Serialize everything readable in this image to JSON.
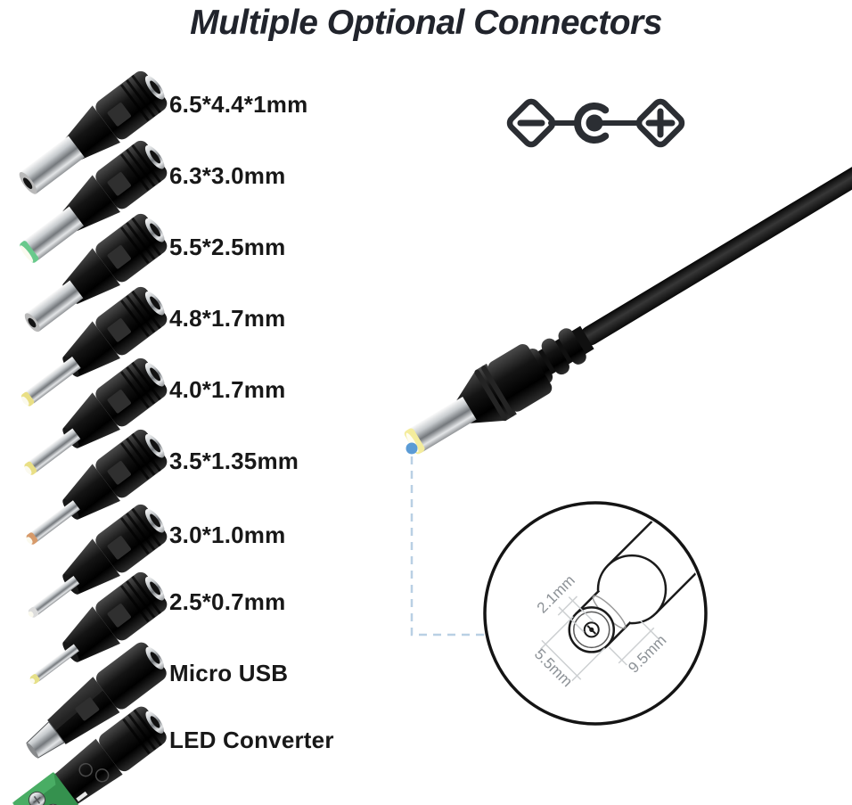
{
  "title": "Multiple Optional Connectors",
  "polarity": {
    "icon": "center-positive-polarity-icon",
    "negative_symbol": "-",
    "positive_symbol": "+"
  },
  "connectors": [
    {
      "label": "6.5*4.4*1mm",
      "type": "dc-barrel",
      "tip_color": ""
    },
    {
      "label": "6.3*3.0mm",
      "type": "dc-barrel",
      "tip_color": "#69c98c"
    },
    {
      "label": "5.5*2.5mm",
      "type": "dc-barrel",
      "tip_color": ""
    },
    {
      "label": "4.8*1.7mm",
      "type": "dc-barrel",
      "tip_color": "#e9df85"
    },
    {
      "label": "4.0*1.7mm",
      "type": "dc-barrel",
      "tip_color": "#e9df85"
    },
    {
      "label": "3.5*1.35mm",
      "type": "dc-barrel",
      "tip_color": "#d79a6a"
    },
    {
      "label": "3.0*1.0mm",
      "type": "dc-barrel",
      "tip_color": "#dcdcdc"
    },
    {
      "label": "2.5*0.7mm",
      "type": "dc-barrel",
      "tip_color": "#e6e089"
    },
    {
      "label": "Micro USB",
      "type": "micro-usb",
      "tip_color": ""
    },
    {
      "label": "LED Converter",
      "type": "led-terminal",
      "tip_color": "#35914e"
    }
  ],
  "detail_callout": {
    "pin_diameter": "2.1mm",
    "barrel_diameter": "5.5mm",
    "barrel_length": "9.5mm"
  },
  "colors": {
    "background": "#ffffff",
    "title_text": "#21242c",
    "label_text": "#181818",
    "polarity_stroke": "#2b2e33",
    "callout_line": "#b9d0e4",
    "callout_dot": "#5b9bd5",
    "dimension_text": "#8d9297",
    "detail_outline": "#141414"
  }
}
